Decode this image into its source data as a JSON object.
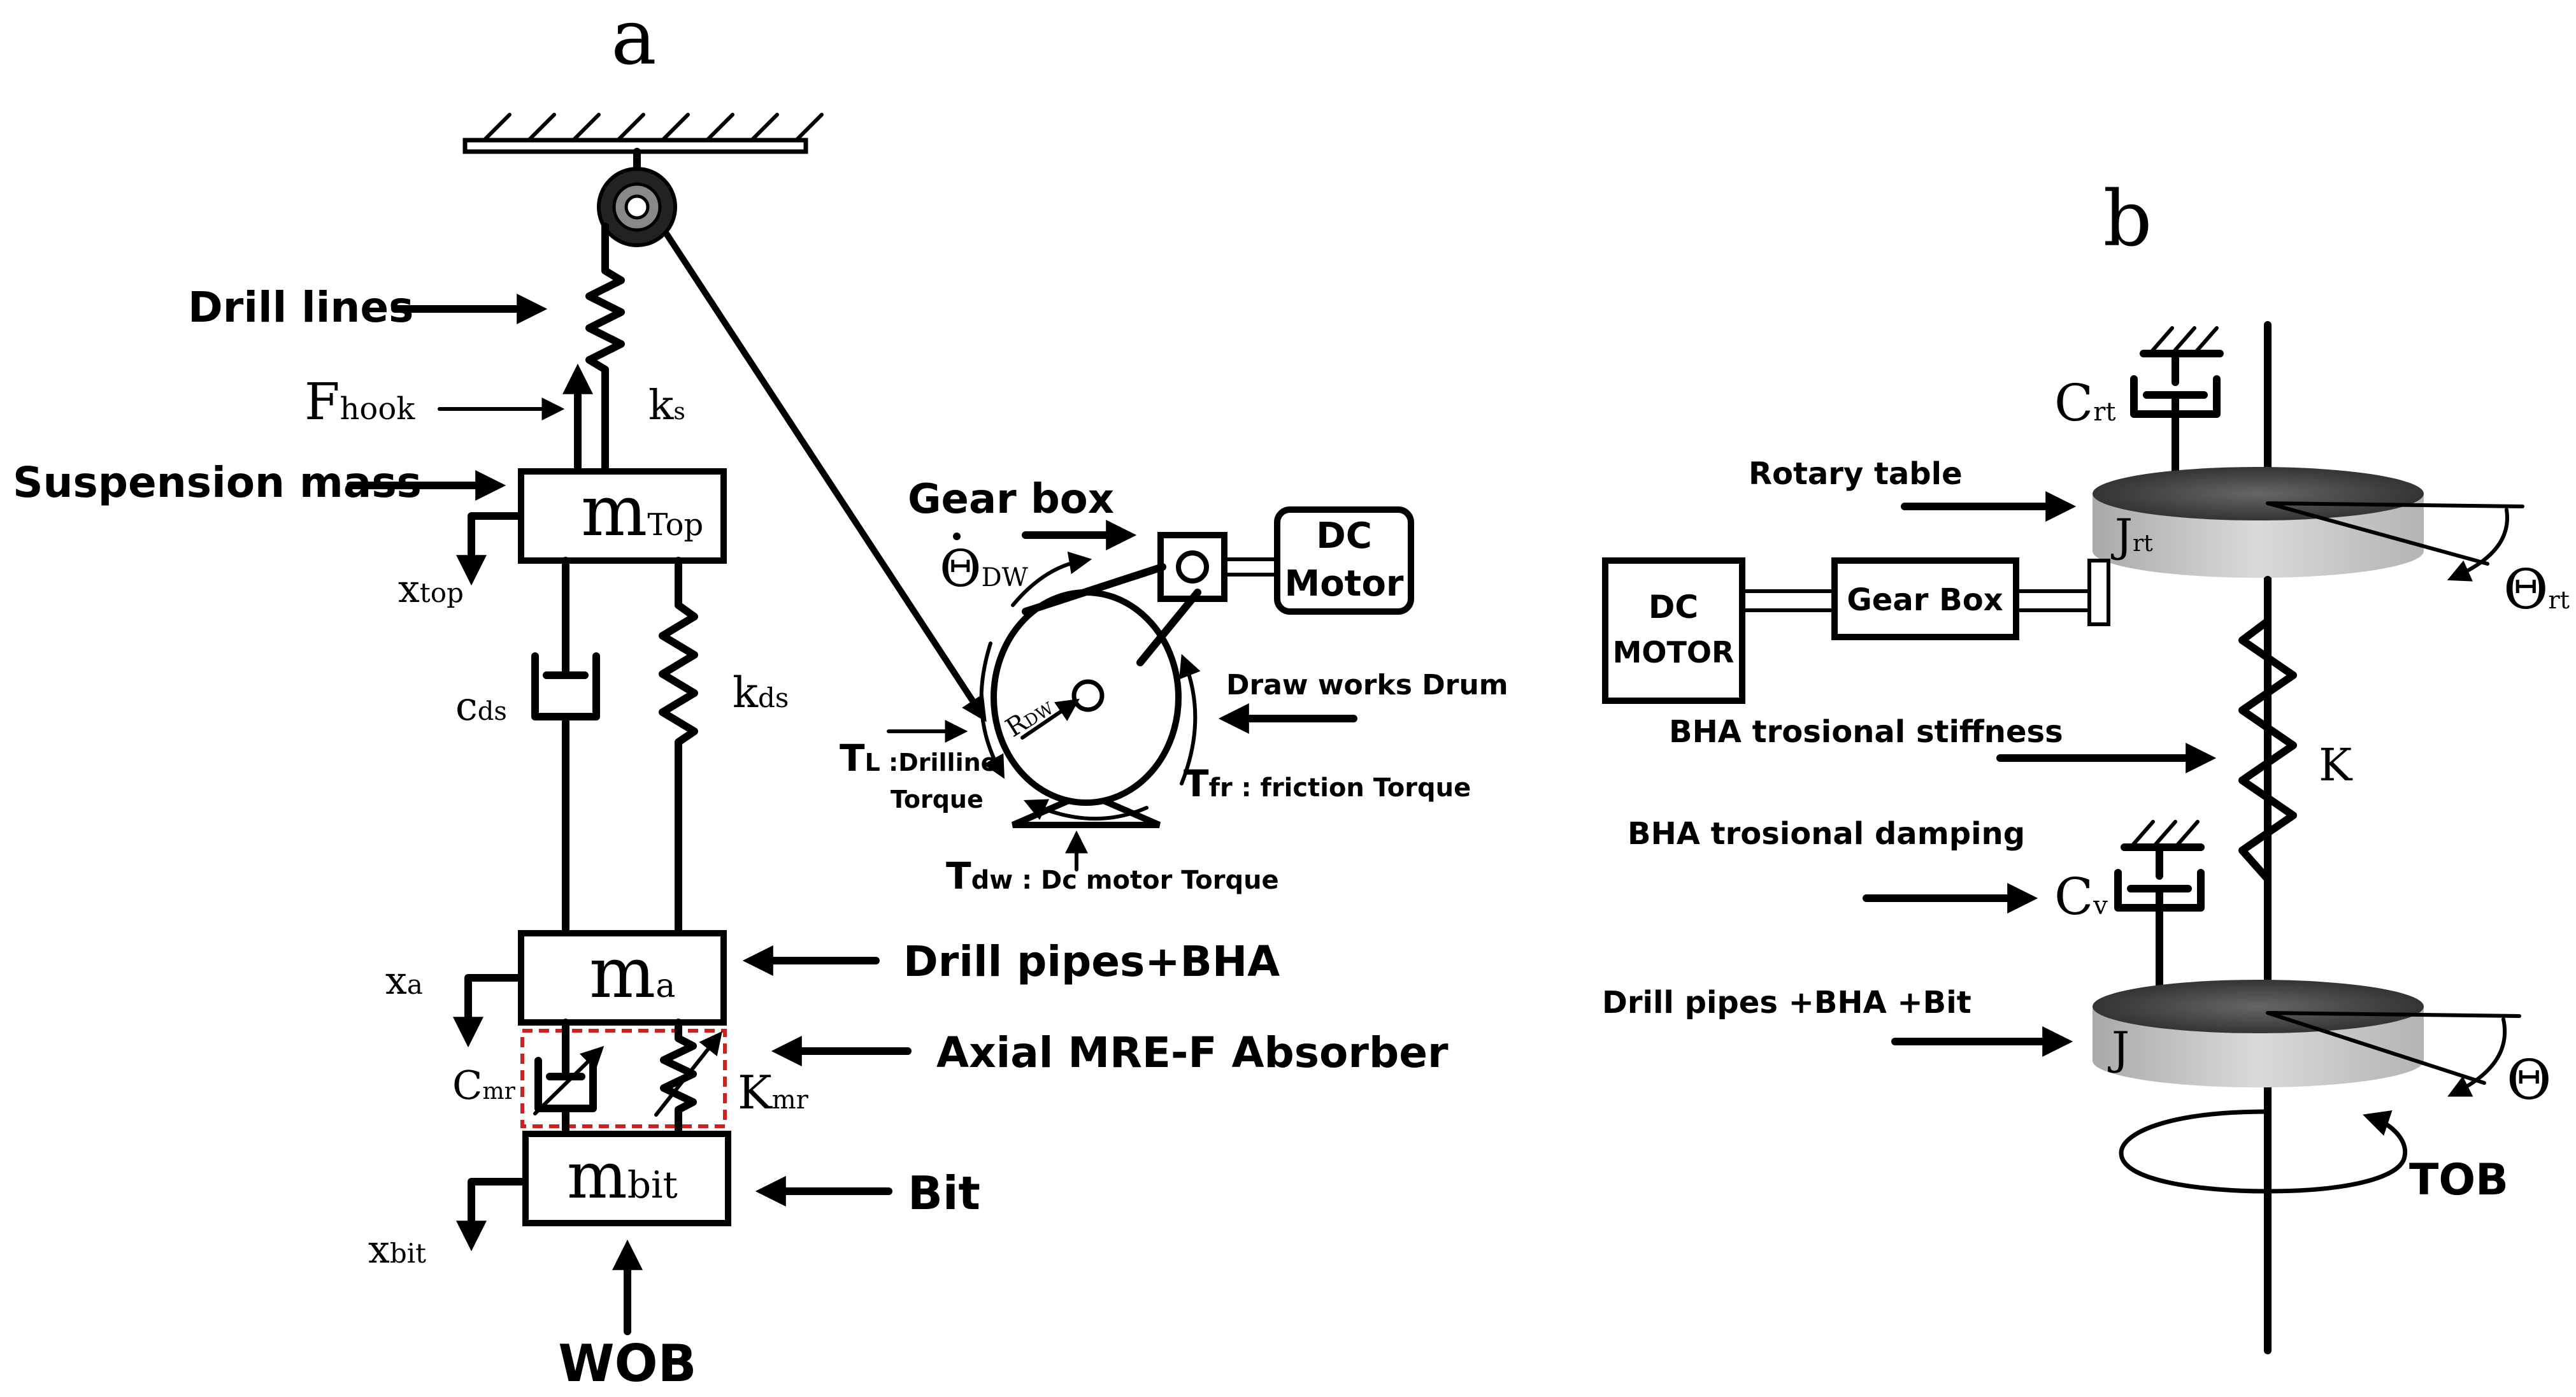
{
  "panel_a": {
    "label": "a",
    "drill_lines": "Drill lines",
    "f_hook_main": "F",
    "f_hook_sub": "hook",
    "ks_main": "k",
    "ks_sub": "s",
    "suspension_mass": "Suspension mass",
    "m_top_main": "m",
    "m_top_sub": "Top",
    "x_top_main": "x",
    "x_top_sub": "top",
    "c_ds_main": "c",
    "c_ds_sub": "ds",
    "k_ds_main": "k",
    "k_ds_sub": "ds",
    "m_a_main": "m",
    "m_a_sub": "a",
    "x_a_main": "x",
    "x_a_sub": "a",
    "drill_pipes_bha": "Drill pipes+BHA",
    "axial_absorber": "Axial MRE-F Absorber",
    "c_mr_main": "C",
    "c_mr_sub": "mr",
    "k_mr_main": "K",
    "k_mr_sub": "mr",
    "m_bit_main": "m",
    "m_bit_sub": "bit",
    "x_bit_main": "x",
    "x_bit_sub": "bit",
    "bit": "Bit",
    "wob": "WOB",
    "gear_box": "Gear box",
    "theta_dw_main": "Θ",
    "theta_dw_sub": "DW",
    "dc_motor_line1": "DC",
    "dc_motor_line2": "Motor",
    "r_dw_main": "R",
    "r_dw_sub": "DW",
    "draw_works_drum": "Draw works Drum",
    "tl_main": "T",
    "tl_rest": "L :Drilline",
    "tl_line2": "Torque",
    "tfr_main": "T",
    "tfr_rest": "fr : friction Torque",
    "tdw_main": "T",
    "tdw_rest": "dw : Dc motor Torque"
  },
  "panel_b": {
    "label": "b",
    "c_rt_main": "C",
    "c_rt_sub": "rt",
    "rotary_table": "Rotary table",
    "j_rt_main": "J",
    "j_rt_sub": "rt",
    "theta_rt_main": "Θ",
    "theta_rt_sub": "rt",
    "dc_motor_line1": "DC",
    "dc_motor_line2": "MOTOR",
    "gear_box": "Gear Box",
    "bha_stiffness": "BHA trosional stiffness",
    "k": "K",
    "bha_damping": "BHA trosional damping",
    "c_v_main": "C",
    "c_v_sub": "v",
    "drill_pipes_bha_bit": "Drill pipes +BHA +Bit",
    "j": "J",
    "theta": "Θ",
    "tob": "TOB"
  }
}
